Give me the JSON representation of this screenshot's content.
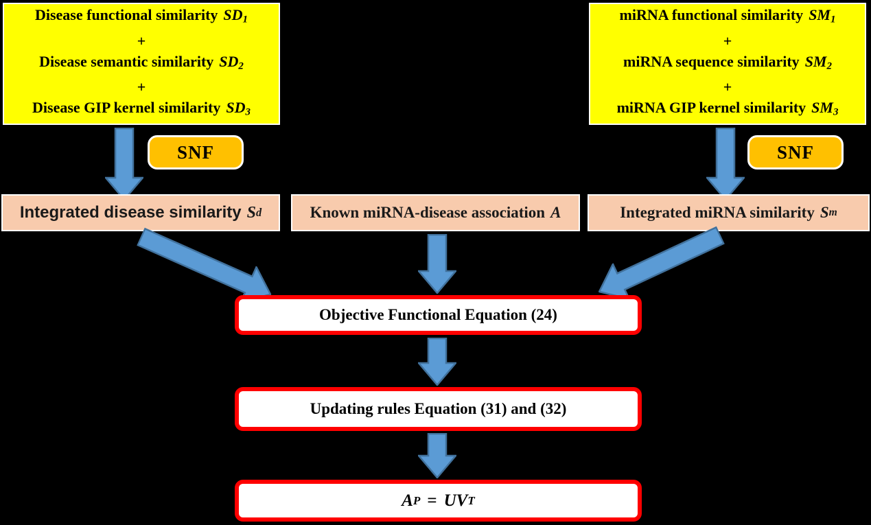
{
  "colors": {
    "background": "#000000",
    "input_box_bg": "#FFFF00",
    "snf_bg": "#FFC000",
    "integrated_box_bg": "#F8CBAD",
    "process_border": "#FF0000",
    "arrow_fill": "#5B9BD5",
    "arrow_stroke": "#41719C"
  },
  "disease_inputs": {
    "plus": "+",
    "lines": [
      {
        "label": "Disease functional similarity",
        "symbol": "SD",
        "sub": "1"
      },
      {
        "label": "Disease semantic similarity",
        "symbol": "SD",
        "sub": "2"
      },
      {
        "label": "Disease GIP kernel similarity",
        "symbol": "SD",
        "sub": "3"
      }
    ]
  },
  "mirna_inputs": {
    "plus": "+",
    "lines": [
      {
        "label": "miRNA functional similarity",
        "symbol": "SM",
        "sub": "1"
      },
      {
        "label": "miRNA sequence similarity",
        "symbol": "SM",
        "sub": "2"
      },
      {
        "label": "miRNA GIP kernel similarity",
        "symbol": "SM",
        "sub": "3"
      }
    ]
  },
  "snf": {
    "label": "SNF"
  },
  "integrated_disease": {
    "label": "Integrated disease similarity",
    "symbol": "S",
    "sup": "d"
  },
  "known_association": {
    "label": "Known miRNA-disease association",
    "symbol": "A"
  },
  "integrated_mirna": {
    "label": "Integrated miRNA similarity",
    "symbol": "S",
    "sup": "m"
  },
  "objective_box": {
    "label": "Objective Functional Equation (24)"
  },
  "updating_box": {
    "label": "Updating rules Equation (31) and (32)"
  },
  "result_box": {
    "base1": "A",
    "sup1": "P",
    "equals": "=",
    "base2": "UV",
    "sup2": "T"
  }
}
